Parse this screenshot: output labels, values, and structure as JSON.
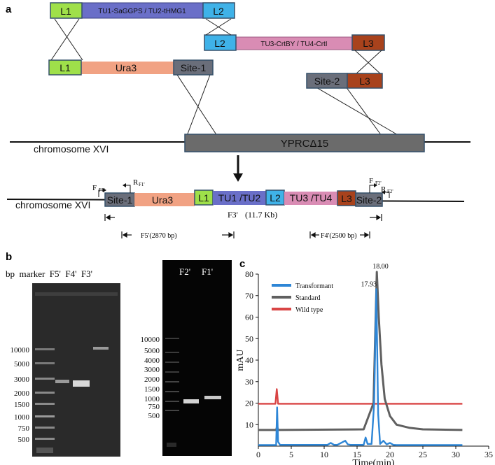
{
  "panel_a": {
    "letter": "a",
    "construct_top": {
      "l1": "L1",
      "mid": "TU1-SaGGPS / TU2-tHMG1",
      "l2": "L2"
    },
    "construct_mid": {
      "l2": "L2",
      "mid": "TU3-CrtBY / TU4-CrtI",
      "l3": "L3"
    },
    "ura_fragment": {
      "l1": "L1",
      "mid": "Ura3",
      "site1": "Site-1"
    },
    "site2_fragment": {
      "site2": "Site-2",
      "l3": "L3"
    },
    "chromosome_label_1": "chromosome XVI",
    "locus": "YPRCΔ15",
    "chromosome_label_2": "chromosome XVI",
    "integrated": [
      "Site-1",
      "Ura3",
      "L1",
      "TU1 /TU2",
      "L2",
      "TU3 /TU4",
      "L3",
      "Site-2"
    ],
    "primers": {
      "f1": "F",
      "f1_sub": "F1'",
      "r1": "R",
      "r1_sub": "F1'",
      "f2": "F",
      "f2_sub": "F2'",
      "r2": "R",
      "r2_sub": "F2'"
    },
    "f3": "F3'",
    "f3_size": "(11.7 Kb)",
    "f5": "F5'(2870 bp)",
    "f4": "F4'(2500 bp)"
  },
  "panel_b": {
    "letter": "b",
    "gel1": {
      "header": "bp  marker  F5'  F4'  F3'",
      "marker_bands": [
        "10000",
        "5000",
        "3000",
        "2000",
        "1500",
        "1000",
        "750",
        "500"
      ]
    },
    "gel2": {
      "lanes": [
        "F2'",
        "F1'"
      ],
      "marker_bands": [
        "10000",
        "5000",
        "4000",
        "3000",
        "2000",
        "1500",
        "1000",
        "750",
        "500"
      ]
    }
  },
  "panel_c": {
    "letter": "c",
    "legend": [
      "Transformant",
      "Standard",
      "Wild type"
    ],
    "peak_labels": [
      "17.93",
      "18.00"
    ],
    "colors": {
      "transformant": "#2e86d6",
      "standard": "#606060",
      "wild_type": "#d94545"
    }
  },
  "chart_data": {
    "type": "line",
    "title": "",
    "xlabel": "Time(min)",
    "ylabel": "mAU",
    "xlim": [
      0,
      35
    ],
    "ylim": [
      0,
      80
    ],
    "xticks": [
      0,
      5,
      10,
      15,
      20,
      25,
      30,
      35
    ],
    "yticks": [
      10,
      20,
      30,
      40,
      50,
      60,
      70,
      80
    ],
    "legend_position": "top-left",
    "series": [
      {
        "name": "Transformant",
        "color": "#2e86d6",
        "x": [
          0,
          2.7,
          2.85,
          3.0,
          3.3,
          10.5,
          11.0,
          11.5,
          12.0,
          13.2,
          13.6,
          14.0,
          16.0,
          16.3,
          16.6,
          17.2,
          17.6,
          17.93,
          18.2,
          18.5,
          19.0,
          19.5,
          20.0,
          20.5,
          21.0,
          31
        ],
        "y": [
          0.5,
          0.5,
          18,
          2,
          0.6,
          0.6,
          1.5,
          0.6,
          0.6,
          2.5,
          0.8,
          0.6,
          0.6,
          4,
          1,
          1,
          20,
          73,
          15,
          1,
          2.5,
          0.8,
          1.5,
          0.6,
          0.5,
          0.5
        ]
      },
      {
        "name": "Standard",
        "color": "#606060",
        "x": [
          0,
          2.7,
          2.85,
          3.0,
          16.0,
          17.5,
          18.0,
          18.3,
          18.7,
          19.2,
          20.0,
          21.0,
          23.0,
          25.0,
          31
        ],
        "y": [
          7.5,
          7.5,
          9,
          7.5,
          7.8,
          20,
          81,
          60,
          38,
          22,
          14,
          10,
          8.5,
          7.8,
          7.5
        ]
      },
      {
        "name": "Wild type",
        "color": "#d94545",
        "x": [
          0,
          2.6,
          2.8,
          3.0,
          3.2,
          31
        ],
        "y": [
          19.7,
          19.7,
          26.5,
          19.7,
          19.7,
          19.7
        ]
      }
    ],
    "annotations": [
      {
        "text": "17.93",
        "x": 17.93,
        "y": 73
      },
      {
        "text": "18.00",
        "x": 18.0,
        "y": 81
      }
    ]
  }
}
